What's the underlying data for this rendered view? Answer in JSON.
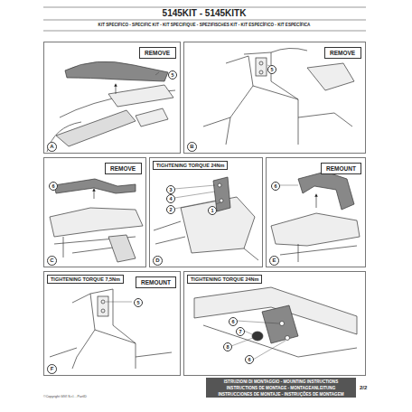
{
  "diagram": {
    "title": "5145KIT - 5145KITK",
    "nodes": [
      {
        "text": [
          "A"
        ]
      },
      {
        "text": [
          "REMOVE"
        ],
        "in": 0
      },
      {
        "text": [
          "B"
        ]
      },
      {
        "text": [
          "REMOVE"
        ],
        "in": 2
      },
      {
        "text": [
          "C"
        ]
      },
      {
        "text": [
          "REMOVE"
        ],
        "in": 4
      },
      {
        "text": [
          "TIGHTENING TORQUE 24Nm",
          "D"
        ]
      },
      {
        "text": [
          "E"
        ]
      },
      {
        "text": [
          "REMOUNT"
        ],
        "in": 7
      },
      {
        "text": [
          "TIGHTENING TORQUE 7,5Nm",
          "F"
        ]
      },
      {
        "text": [
          "REMOUNT"
        ],
        "in": 9
      },
      {
        "text": [
          "TIGHTENING TORQUE 24Nm"
        ]
      }
    ],
    "labels": [
      "KIT SPECIFICO - SPECIFIC KIT - KIT SPECIFIQUE - SPEZIFISCHES KIT - KIT ESPECÍFICO - KIT ESPECÍFICA",
      "5",
      "5",
      "6",
      "3",
      "4",
      "2",
      "1",
      "6",
      "5",
      "6",
      "8",
      "7",
      "6",
      "ISTRUZIONI DI MONTAGGIO - MOUNTING INSTRUCTIONS",
      "INSTRUCTIONS DE MONTAGE - MONTAGEANLEITUNG",
      "INSTRUCCIONES DE MONTAJE - INSTRUÇÕES DE MONTAGEM",
      "2/2",
      "©Copyright GIVI S.r.l. - PartID"
    ]
  }
}
